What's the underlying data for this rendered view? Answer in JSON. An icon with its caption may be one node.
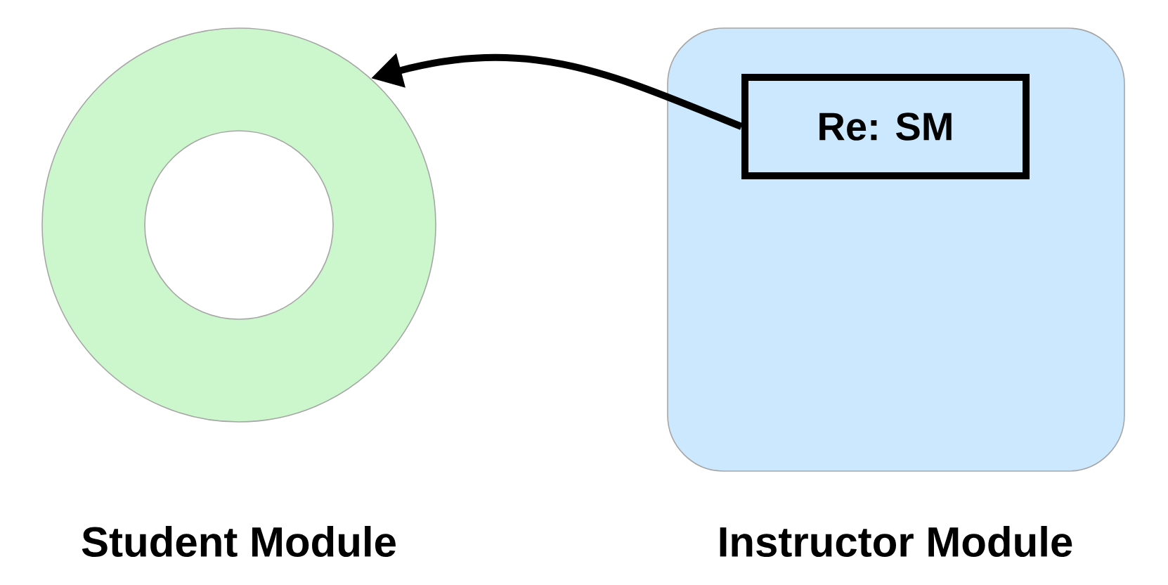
{
  "diagram": {
    "nodes": [
      {
        "text": [
          "Student Module"
        ]
      },
      {
        "text": [
          "Instructor Module"
        ]
      },
      {
        "text": [
          "Re: SM"
        ],
        "in": 1
      }
    ],
    "edges": [
      {
        "from": 2,
        "to": 0,
        "arrow": "to"
      }
    ]
  }
}
